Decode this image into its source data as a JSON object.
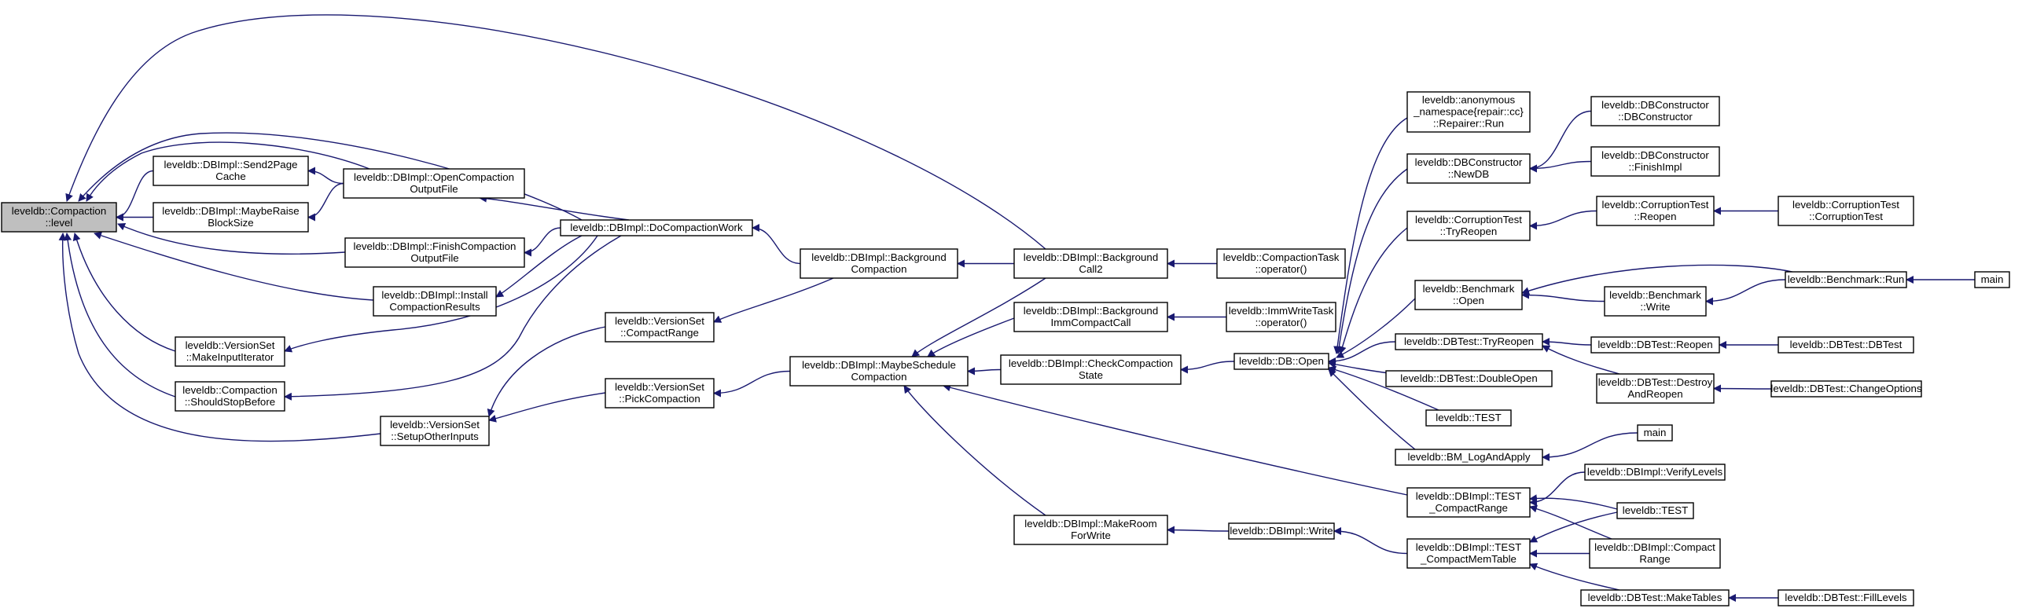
{
  "nodes": [
    {
      "id": "root",
      "lines": [
        "leveldb::Compaction",
        "::level"
      ],
      "root": true
    },
    {
      "id": "send2page",
      "lines": [
        "leveldb::DBImpl::Send2Page",
        "Cache"
      ]
    },
    {
      "id": "maybeRaise",
      "lines": [
        "leveldb::DBImpl::MaybeRaise",
        "BlockSize"
      ]
    },
    {
      "id": "finishCompOut",
      "lines": [
        "leveldb::DBImpl::FinishCompaction",
        "OutputFile"
      ]
    },
    {
      "id": "install",
      "lines": [
        "leveldb::DBImpl::Install",
        "CompactionResults"
      ]
    },
    {
      "id": "makeInputIter",
      "lines": [
        "leveldb::VersionSet",
        "::MakeInputIterator"
      ]
    },
    {
      "id": "shouldStop",
      "lines": [
        "leveldb::Compaction",
        "::ShouldStopBefore"
      ]
    },
    {
      "id": "setupOther",
      "lines": [
        "leveldb::VersionSet",
        "::SetupOtherInputs"
      ]
    },
    {
      "id": "openCompOut",
      "lines": [
        "leveldb::DBImpl::OpenCompaction",
        "OutputFile"
      ]
    },
    {
      "id": "doCompWork",
      "lines": [
        "leveldb::DBImpl::DoCompactionWork"
      ]
    },
    {
      "id": "compactRange",
      "lines": [
        "leveldb::VersionSet",
        "::CompactRange"
      ]
    },
    {
      "id": "pickComp",
      "lines": [
        "leveldb::VersionSet",
        "::PickCompaction"
      ]
    },
    {
      "id": "bgComp",
      "lines": [
        "leveldb::DBImpl::Background",
        "Compaction"
      ]
    },
    {
      "id": "maybeSched",
      "lines": [
        "leveldb::DBImpl::MaybeSchedule",
        "Compaction"
      ]
    },
    {
      "id": "bgCall2",
      "lines": [
        "leveldb::DBImpl::Background",
        "Call2"
      ]
    },
    {
      "id": "bgImm",
      "lines": [
        "leveldb::DBImpl::Background",
        "ImmCompactCall"
      ]
    },
    {
      "id": "checkComp",
      "lines": [
        "leveldb::DBImpl::CheckCompaction",
        "State"
      ]
    },
    {
      "id": "makeRoom",
      "lines": [
        "leveldb::DBImpl::MakeRoom",
        "ForWrite"
      ]
    },
    {
      "id": "compTaskOp",
      "lines": [
        "leveldb::CompactionTask",
        "::operator()"
      ]
    },
    {
      "id": "immWriteOp",
      "lines": [
        "leveldb::ImmWriteTask",
        "::operator()"
      ]
    },
    {
      "id": "dbOpen",
      "lines": [
        "leveldb::DB::Open"
      ]
    },
    {
      "id": "dbimplWrite",
      "lines": [
        "leveldb::DBImpl::Write"
      ]
    },
    {
      "id": "repairerRun",
      "lines": [
        "leveldb::anonymous",
        "_namespace{repair::cc}",
        "::Repairer::Run"
      ]
    },
    {
      "id": "newDB",
      "lines": [
        "leveldb::DBConstructor",
        "::NewDB"
      ]
    },
    {
      "id": "corrTryReopen",
      "lines": [
        "leveldb::CorruptionTest",
        "::TryReopen"
      ]
    },
    {
      "id": "benchOpen",
      "lines": [
        "leveldb::Benchmark",
        "::Open"
      ]
    },
    {
      "id": "dbtTryReopen",
      "lines": [
        "leveldb::DBTest::TryReopen"
      ]
    },
    {
      "id": "dbtDoubleOpen",
      "lines": [
        "leveldb::DBTest::DoubleOpen"
      ]
    },
    {
      "id": "test1",
      "lines": [
        "leveldb::TEST"
      ]
    },
    {
      "id": "bmLog",
      "lines": [
        "leveldb::BM_LogAndApply"
      ]
    },
    {
      "id": "testCompRange",
      "lines": [
        "leveldb::DBImpl::TEST",
        "_CompactRange"
      ]
    },
    {
      "id": "testCompMem",
      "lines": [
        "leveldb::DBImpl::TEST",
        "_CompactMemTable"
      ]
    },
    {
      "id": "dbcCtor",
      "lines": [
        "leveldb::DBConstructor",
        "::DBConstructor"
      ]
    },
    {
      "id": "dbcFinish",
      "lines": [
        "leveldb::DBConstructor",
        "::FinishImpl"
      ]
    },
    {
      "id": "corrReopen",
      "lines": [
        "leveldb::CorruptionTest",
        "::Reopen"
      ]
    },
    {
      "id": "benchWrite",
      "lines": [
        "leveldb::Benchmark",
        "::Write"
      ]
    },
    {
      "id": "dbtReopen",
      "lines": [
        "leveldb::DBTest::Reopen"
      ]
    },
    {
      "id": "dbtDestroy",
      "lines": [
        "leveldb::DBTest::Destroy",
        "AndReopen"
      ]
    },
    {
      "id": "main1",
      "lines": [
        "main"
      ]
    },
    {
      "id": "verifyLevels",
      "lines": [
        "leveldb::DBImpl::VerifyLevels"
      ]
    },
    {
      "id": "test2",
      "lines": [
        "leveldb::TEST"
      ]
    },
    {
      "id": "dbimplCompRange",
      "lines": [
        "leveldb::DBImpl::Compact",
        "Range"
      ]
    },
    {
      "id": "makeTables",
      "lines": [
        "leveldb::DBTest::MakeTables"
      ]
    },
    {
      "id": "corrCtor",
      "lines": [
        "leveldb::CorruptionTest",
        "::CorruptionTest"
      ]
    },
    {
      "id": "benchRun",
      "lines": [
        "leveldb::Benchmark::Run"
      ]
    },
    {
      "id": "dbtDBTest",
      "lines": [
        "leveldb::DBTest::DBTest"
      ]
    },
    {
      "id": "changeOpts",
      "lines": [
        "leveldb::DBTest::ChangeOptions"
      ]
    },
    {
      "id": "fillLevels",
      "lines": [
        "leveldb::DBTest::FillLevels"
      ]
    },
    {
      "id": "main2",
      "lines": [
        "main"
      ]
    }
  ],
  "edges": [
    [
      "send2page",
      "root"
    ],
    [
      "maybeRaise",
      "root"
    ],
    [
      "finishCompOut",
      "root"
    ],
    [
      "install",
      "root"
    ],
    [
      "makeInputIter",
      "root"
    ],
    [
      "shouldStop",
      "root"
    ],
    [
      "setupOther",
      "root"
    ],
    [
      "openCompOut",
      "root"
    ],
    [
      "doCompWork",
      "root"
    ],
    [
      "bgCall2",
      "root"
    ],
    [
      "openCompOut",
      "send2page"
    ],
    [
      "openCompOut",
      "maybeRaise"
    ],
    [
      "doCompWork",
      "openCompOut"
    ],
    [
      "doCompWork",
      "finishCompOut"
    ],
    [
      "doCompWork",
      "install"
    ],
    [
      "doCompWork",
      "makeInputIter"
    ],
    [
      "doCompWork",
      "shouldStop"
    ],
    [
      "compactRange",
      "setupOther"
    ],
    [
      "pickComp",
      "setupOther"
    ],
    [
      "bgComp",
      "doCompWork"
    ],
    [
      "bgComp",
      "compactRange"
    ],
    [
      "maybeSched",
      "pickComp"
    ],
    [
      "bgCall2",
      "bgComp"
    ],
    [
      "bgCall2",
      "maybeSched"
    ],
    [
      "bgImm",
      "maybeSched"
    ],
    [
      "checkComp",
      "maybeSched"
    ],
    [
      "makeRoom",
      "maybeSched"
    ],
    [
      "testCompRange",
      "maybeSched"
    ],
    [
      "compTaskOp",
      "bgCall2"
    ],
    [
      "immWriteOp",
      "bgImm"
    ],
    [
      "dbOpen",
      "checkComp"
    ],
    [
      "dbimplWrite",
      "makeRoom"
    ],
    [
      "repairerRun",
      "dbOpen"
    ],
    [
      "newDB",
      "dbOpen"
    ],
    [
      "corrTryReopen",
      "dbOpen"
    ],
    [
      "benchOpen",
      "dbOpen"
    ],
    [
      "dbtTryReopen",
      "dbOpen"
    ],
    [
      "dbtDoubleOpen",
      "dbOpen"
    ],
    [
      "test1",
      "dbOpen"
    ],
    [
      "bmLog",
      "dbOpen"
    ],
    [
      "testCompMem",
      "dbimplWrite"
    ],
    [
      "dbcCtor",
      "newDB"
    ],
    [
      "dbcFinish",
      "newDB"
    ],
    [
      "corrReopen",
      "corrTryReopen"
    ],
    [
      "benchWrite",
      "benchOpen"
    ],
    [
      "benchRun",
      "benchOpen"
    ],
    [
      "dbtReopen",
      "dbtTryReopen"
    ],
    [
      "dbtDestroy",
      "dbtTryReopen"
    ],
    [
      "main1",
      "bmLog"
    ],
    [
      "verifyLevels",
      "testCompRange"
    ],
    [
      "test2",
      "testCompRange"
    ],
    [
      "dbimplCompRange",
      "testCompRange"
    ],
    [
      "test2",
      "testCompMem"
    ],
    [
      "dbimplCompRange",
      "testCompMem"
    ],
    [
      "makeTables",
      "testCompMem"
    ],
    [
      "corrCtor",
      "corrReopen"
    ],
    [
      "benchRun",
      "benchWrite"
    ],
    [
      "main2",
      "benchRun"
    ],
    [
      "dbtDBTest",
      "dbtReopen"
    ],
    [
      "changeOpts",
      "dbtDestroy"
    ],
    [
      "fillLevels",
      "makeTables"
    ]
  ],
  "colors": {
    "edge": "#191970",
    "node_fill": "#ffffff",
    "root_fill": "#bfbfbf",
    "node_stroke": "#000000"
  }
}
